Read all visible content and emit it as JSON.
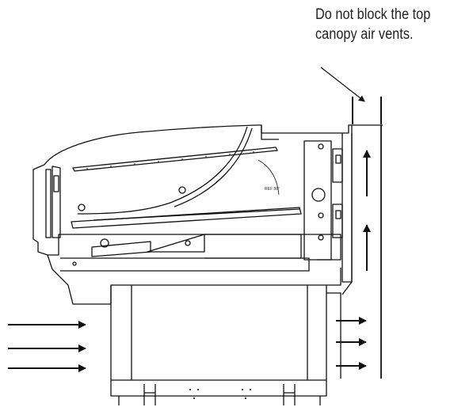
{
  "note": {
    "line1": "Do not block the top",
    "line2": "canopy air vents."
  },
  "ref_label": "REF 86°",
  "colors": {
    "line": "#111111",
    "text": "#222222"
  },
  "icons": {
    "pointer": "diagonal-pointer-arrow",
    "airflow": "right-arrow",
    "airflow_up": "up-arrow"
  }
}
